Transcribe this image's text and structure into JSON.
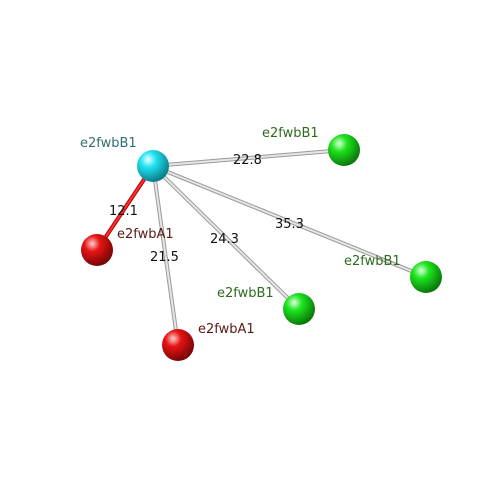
{
  "diagram": {
    "nodes": [
      {
        "id": "hub",
        "label": "e2fwbB1",
        "color": "cyan",
        "label_color": "#2f6f73"
      },
      {
        "id": "g1",
        "label": "e2fwbB1",
        "color": "green",
        "label_color": "#2e6b1e"
      },
      {
        "id": "g2",
        "label": "e2fwbB1",
        "color": "green",
        "label_color": "#2e6b1e"
      },
      {
        "id": "g3",
        "label": "e2fwbB1",
        "color": "green",
        "label_color": "#2e6b1e"
      },
      {
        "id": "r1",
        "label": "e2fwbA1",
        "color": "red",
        "label_color": "#5a1a14"
      },
      {
        "id": "r2",
        "label": "e2fwbA1",
        "color": "red",
        "label_color": "#5a1a14"
      }
    ],
    "edges": [
      {
        "from": "hub",
        "to": "g1",
        "distance": "22.8",
        "style": "gray"
      },
      {
        "from": "hub",
        "to": "g2",
        "distance": "35.3",
        "style": "gray"
      },
      {
        "from": "hub",
        "to": "g3",
        "distance": "24.3",
        "style": "gray"
      },
      {
        "from": "hub",
        "to": "r1",
        "distance": "12.1",
        "style": "red"
      },
      {
        "from": "hub",
        "to": "r2",
        "distance": "21.5",
        "style": "gray"
      }
    ],
    "colors": {
      "cyan": "#11d6ea",
      "green": "#18d818",
      "red": "#e00d0d",
      "bond_gray": "#c8c8c8",
      "bond_red": "#d81a1a"
    }
  }
}
